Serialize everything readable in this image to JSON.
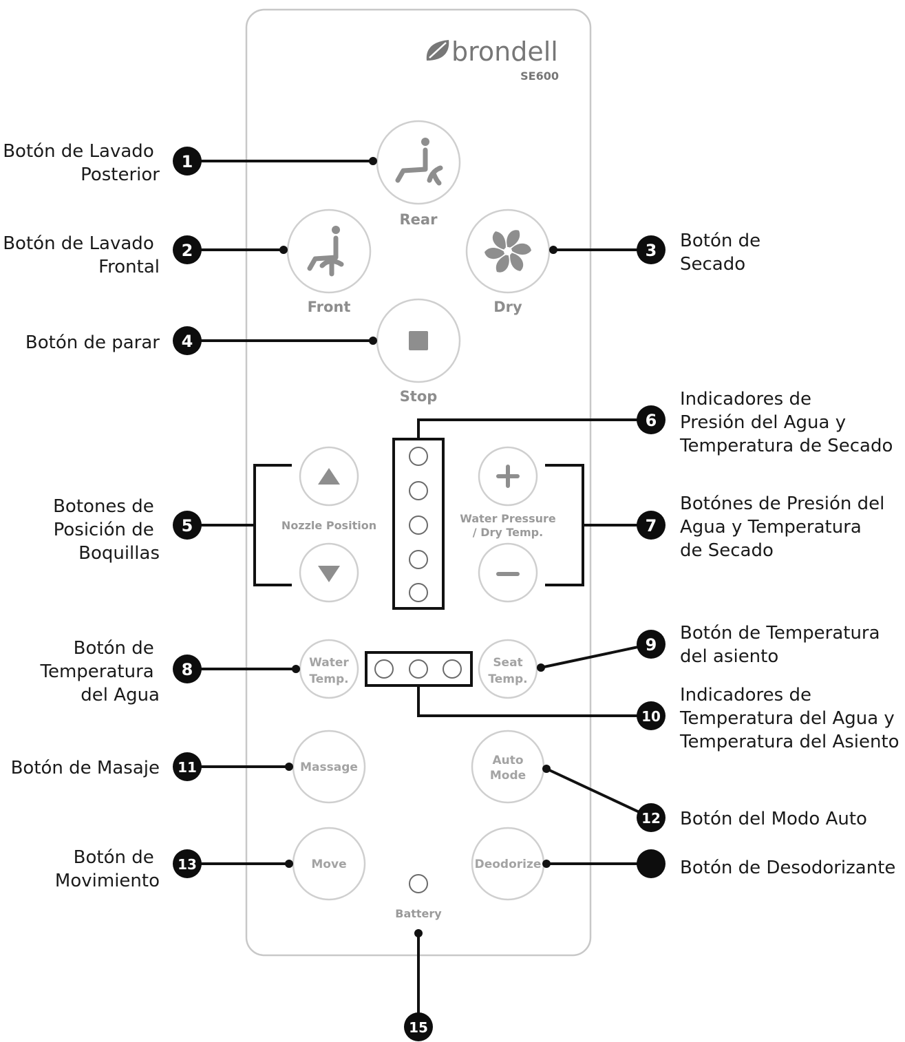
{
  "brand": {
    "name": "brondell",
    "model": "SE600"
  },
  "buttons": {
    "rear": "Rear",
    "front": "Front",
    "dry": "Dry",
    "stop": "Stop",
    "nozzle_position": "Nozzle Position",
    "water_pressure": [
      "Water Pressure",
      "/ Dry Temp."
    ],
    "water_temp": [
      "Water",
      "Temp."
    ],
    "seat_temp": [
      "Seat",
      "Temp."
    ],
    "massage": "Massage",
    "auto_mode": [
      "Auto",
      "Mode"
    ],
    "move": "Move",
    "deodorize": "Deodorize",
    "battery": "Battery"
  },
  "callouts": [
    {
      "number": "1",
      "lines": [
        "Botón de Lavado",
        "Posterior"
      ]
    },
    {
      "number": "2",
      "lines": [
        "Botón de Lavado",
        "Frontal"
      ]
    },
    {
      "number": "3",
      "lines": [
        "Botón de",
        "Secado"
      ]
    },
    {
      "number": "4",
      "lines": [
        "Botón de parar"
      ]
    },
    {
      "number": "5",
      "lines": [
        "Botones de",
        "Posición de",
        "Boquillas"
      ]
    },
    {
      "number": "6",
      "lines": [
        "Indicadores de",
        "Presión del Agua y",
        "Temperatura de Secado"
      ]
    },
    {
      "number": "7",
      "lines": [
        "Botónes de Presión del",
        "Agua y Temperatura",
        "de Secado"
      ]
    },
    {
      "number": "8",
      "lines": [
        "Botón de",
        "Temperatura",
        "del Agua"
      ]
    },
    {
      "number": "9",
      "lines": [
        "Botón de Temperatura",
        "del asiento"
      ]
    },
    {
      "number": "10",
      "lines": [
        "Indicadores de",
        "Temperatura del Agua y",
        "Temperatura del Asiento"
      ]
    },
    {
      "number": "11",
      "lines": [
        "Botón de Masaje"
      ]
    },
    {
      "number": "12",
      "lines": [
        "Botón del Modo Auto"
      ]
    },
    {
      "number": "13",
      "lines": [
        "Botón de",
        "Movimiento"
      ]
    },
    {
      "number": "",
      "lines": [
        "Botón de Desodorizante"
      ]
    },
    {
      "number": "15",
      "lines": []
    }
  ],
  "colors": {
    "ink": "#111111",
    "button_text": "#8d8d8d",
    "panel_border": "#c8c8c8"
  }
}
